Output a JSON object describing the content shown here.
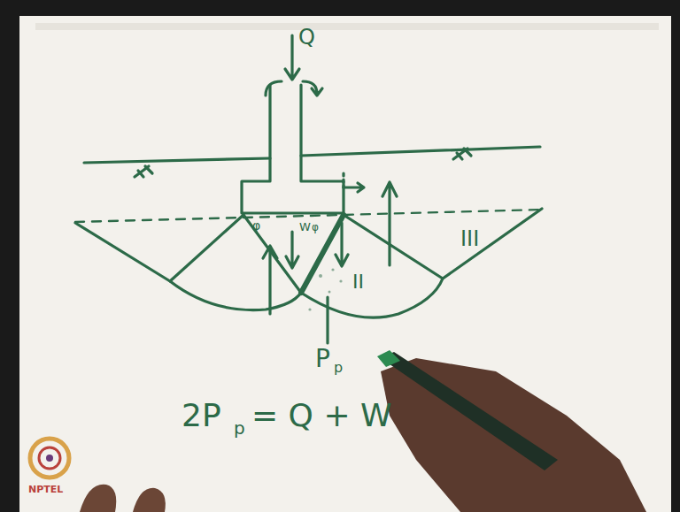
{
  "diagram": {
    "labels": [
      "Q",
      "φ",
      "W",
      "φ",
      "II",
      "III",
      "P",
      "p",
      "2P",
      "p",
      "= Q + W",
      "NPTEL"
    ]
  }
}
